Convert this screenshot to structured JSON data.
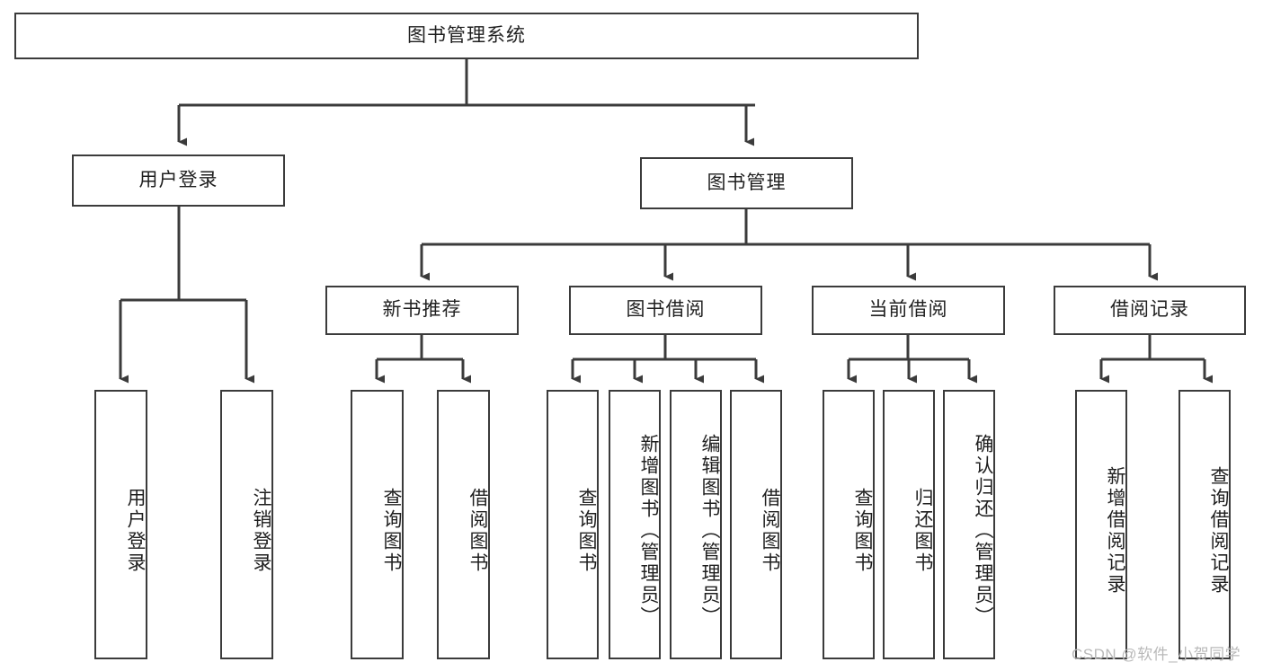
{
  "diagram": {
    "type": "hierarchy-tree",
    "title": "图书管理系统",
    "watermark": "CSDN @软件_小贺同学",
    "colors": {
      "stroke": "#3b3b3b",
      "fill": "#ffffff",
      "text": "#1f1f1f",
      "watermark": "#b9b9b9"
    },
    "root": {
      "label": "图书管理系统"
    },
    "level1": [
      {
        "label": "用户登录"
      },
      {
        "label": "图书管理"
      }
    ],
    "level2": [
      {
        "label": "新书推荐"
      },
      {
        "label": "图书借阅"
      },
      {
        "label": "当前借阅"
      },
      {
        "label": "借阅记录"
      }
    ],
    "leaves": {
      "user_login": [
        {
          "label": "用户登录"
        },
        {
          "label": "注销登录"
        }
      ],
      "new_book_recommend": [
        {
          "label": "查询图书"
        },
        {
          "label": "借阅图书"
        }
      ],
      "book_borrow": [
        {
          "label": "查询图书"
        },
        {
          "label": "新增图书（管理员）"
        },
        {
          "label": "编辑图书（管理员）"
        },
        {
          "label": "借阅图书"
        }
      ],
      "current_borrow": [
        {
          "label": "查询图书"
        },
        {
          "label": "归还图书"
        },
        {
          "label": "确认归还（管理员）"
        }
      ],
      "borrow_record": [
        {
          "label": "新增借阅记录"
        },
        {
          "label": "查询借阅记录"
        }
      ]
    }
  }
}
